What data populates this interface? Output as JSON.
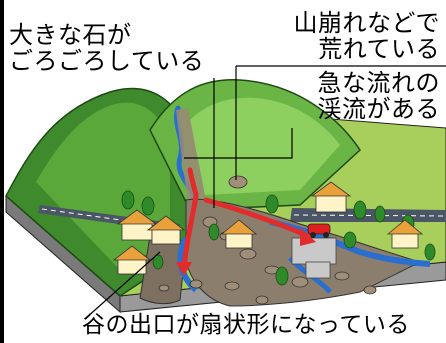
{
  "labels": {
    "big_rocks": {
      "line1": "大きな石が",
      "line2": "ごろごろしている"
    },
    "landslide": {
      "line1": "山崩れなどで",
      "line2": "荒れている"
    },
    "rapids": {
      "line1": "急な流れの",
      "line2": "渓流がある"
    },
    "alluvial_fan": "谷の出口が扇状形になっている"
  },
  "colors": {
    "mountain": "#3f8a2c",
    "mountain_light": "#7cc352",
    "ground_top": "#a6cf5a",
    "ground_side": "#8a8a8a",
    "road": "#4a5565",
    "water": "#2a6fd0",
    "debris": "#8c7e6d",
    "arrow": "#e22b2b"
  }
}
